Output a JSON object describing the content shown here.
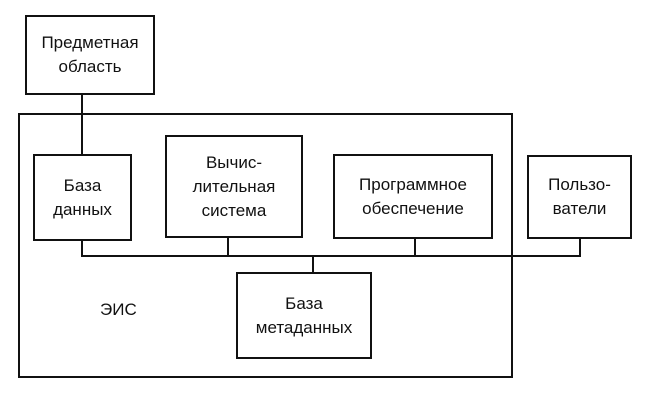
{
  "diagram": {
    "nodes": {
      "subject_area": {
        "label": "Предметная\nобласть"
      },
      "database": {
        "label": "База\nданных"
      },
      "computing_system": {
        "label": "Вычис-\nлительная\nсистема"
      },
      "software": {
        "label": "Программное\nобеспечение"
      },
      "users": {
        "label": "Пользо-\nватели"
      },
      "metadata_base": {
        "label": "База\nметаданных"
      }
    },
    "container": {
      "label": "ЭИС"
    },
    "edges": [
      {
        "from": "subject_area",
        "to": "database"
      },
      {
        "from": "database",
        "to": "bus"
      },
      {
        "from": "computing_system",
        "to": "bus"
      },
      {
        "from": "software",
        "to": "bus"
      },
      {
        "from": "users",
        "to": "bus"
      },
      {
        "from": "metadata_base",
        "to": "bus"
      }
    ]
  },
  "colors": {
    "stroke": "#111111",
    "background": "#ffffff"
  }
}
